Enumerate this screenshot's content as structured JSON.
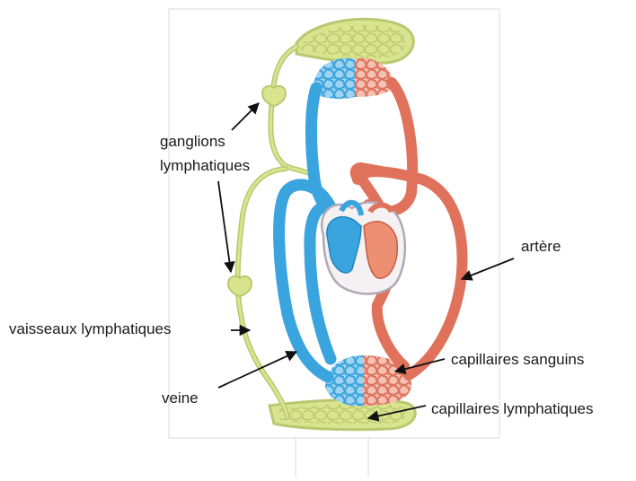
{
  "labels": {
    "lymph_nodes_line1": "ganglions",
    "lymph_nodes_line2": "lymphatiques",
    "artery": "artère",
    "lymph_vessels": "vaisseaux lymphatiques",
    "blood_capillaries": "capillaires sanguins",
    "vein": "veine",
    "lymph_capillaries": "capillaires lymphatiques"
  },
  "colors": {
    "lymph": "#d9e48f",
    "lymph_stroke": "#b8c870",
    "vein": "#3aa4de",
    "artery": "#e0715a",
    "heart_outline": "#b0a7b8",
    "arrow": "#111111",
    "frame": "#d9d9d9"
  }
}
